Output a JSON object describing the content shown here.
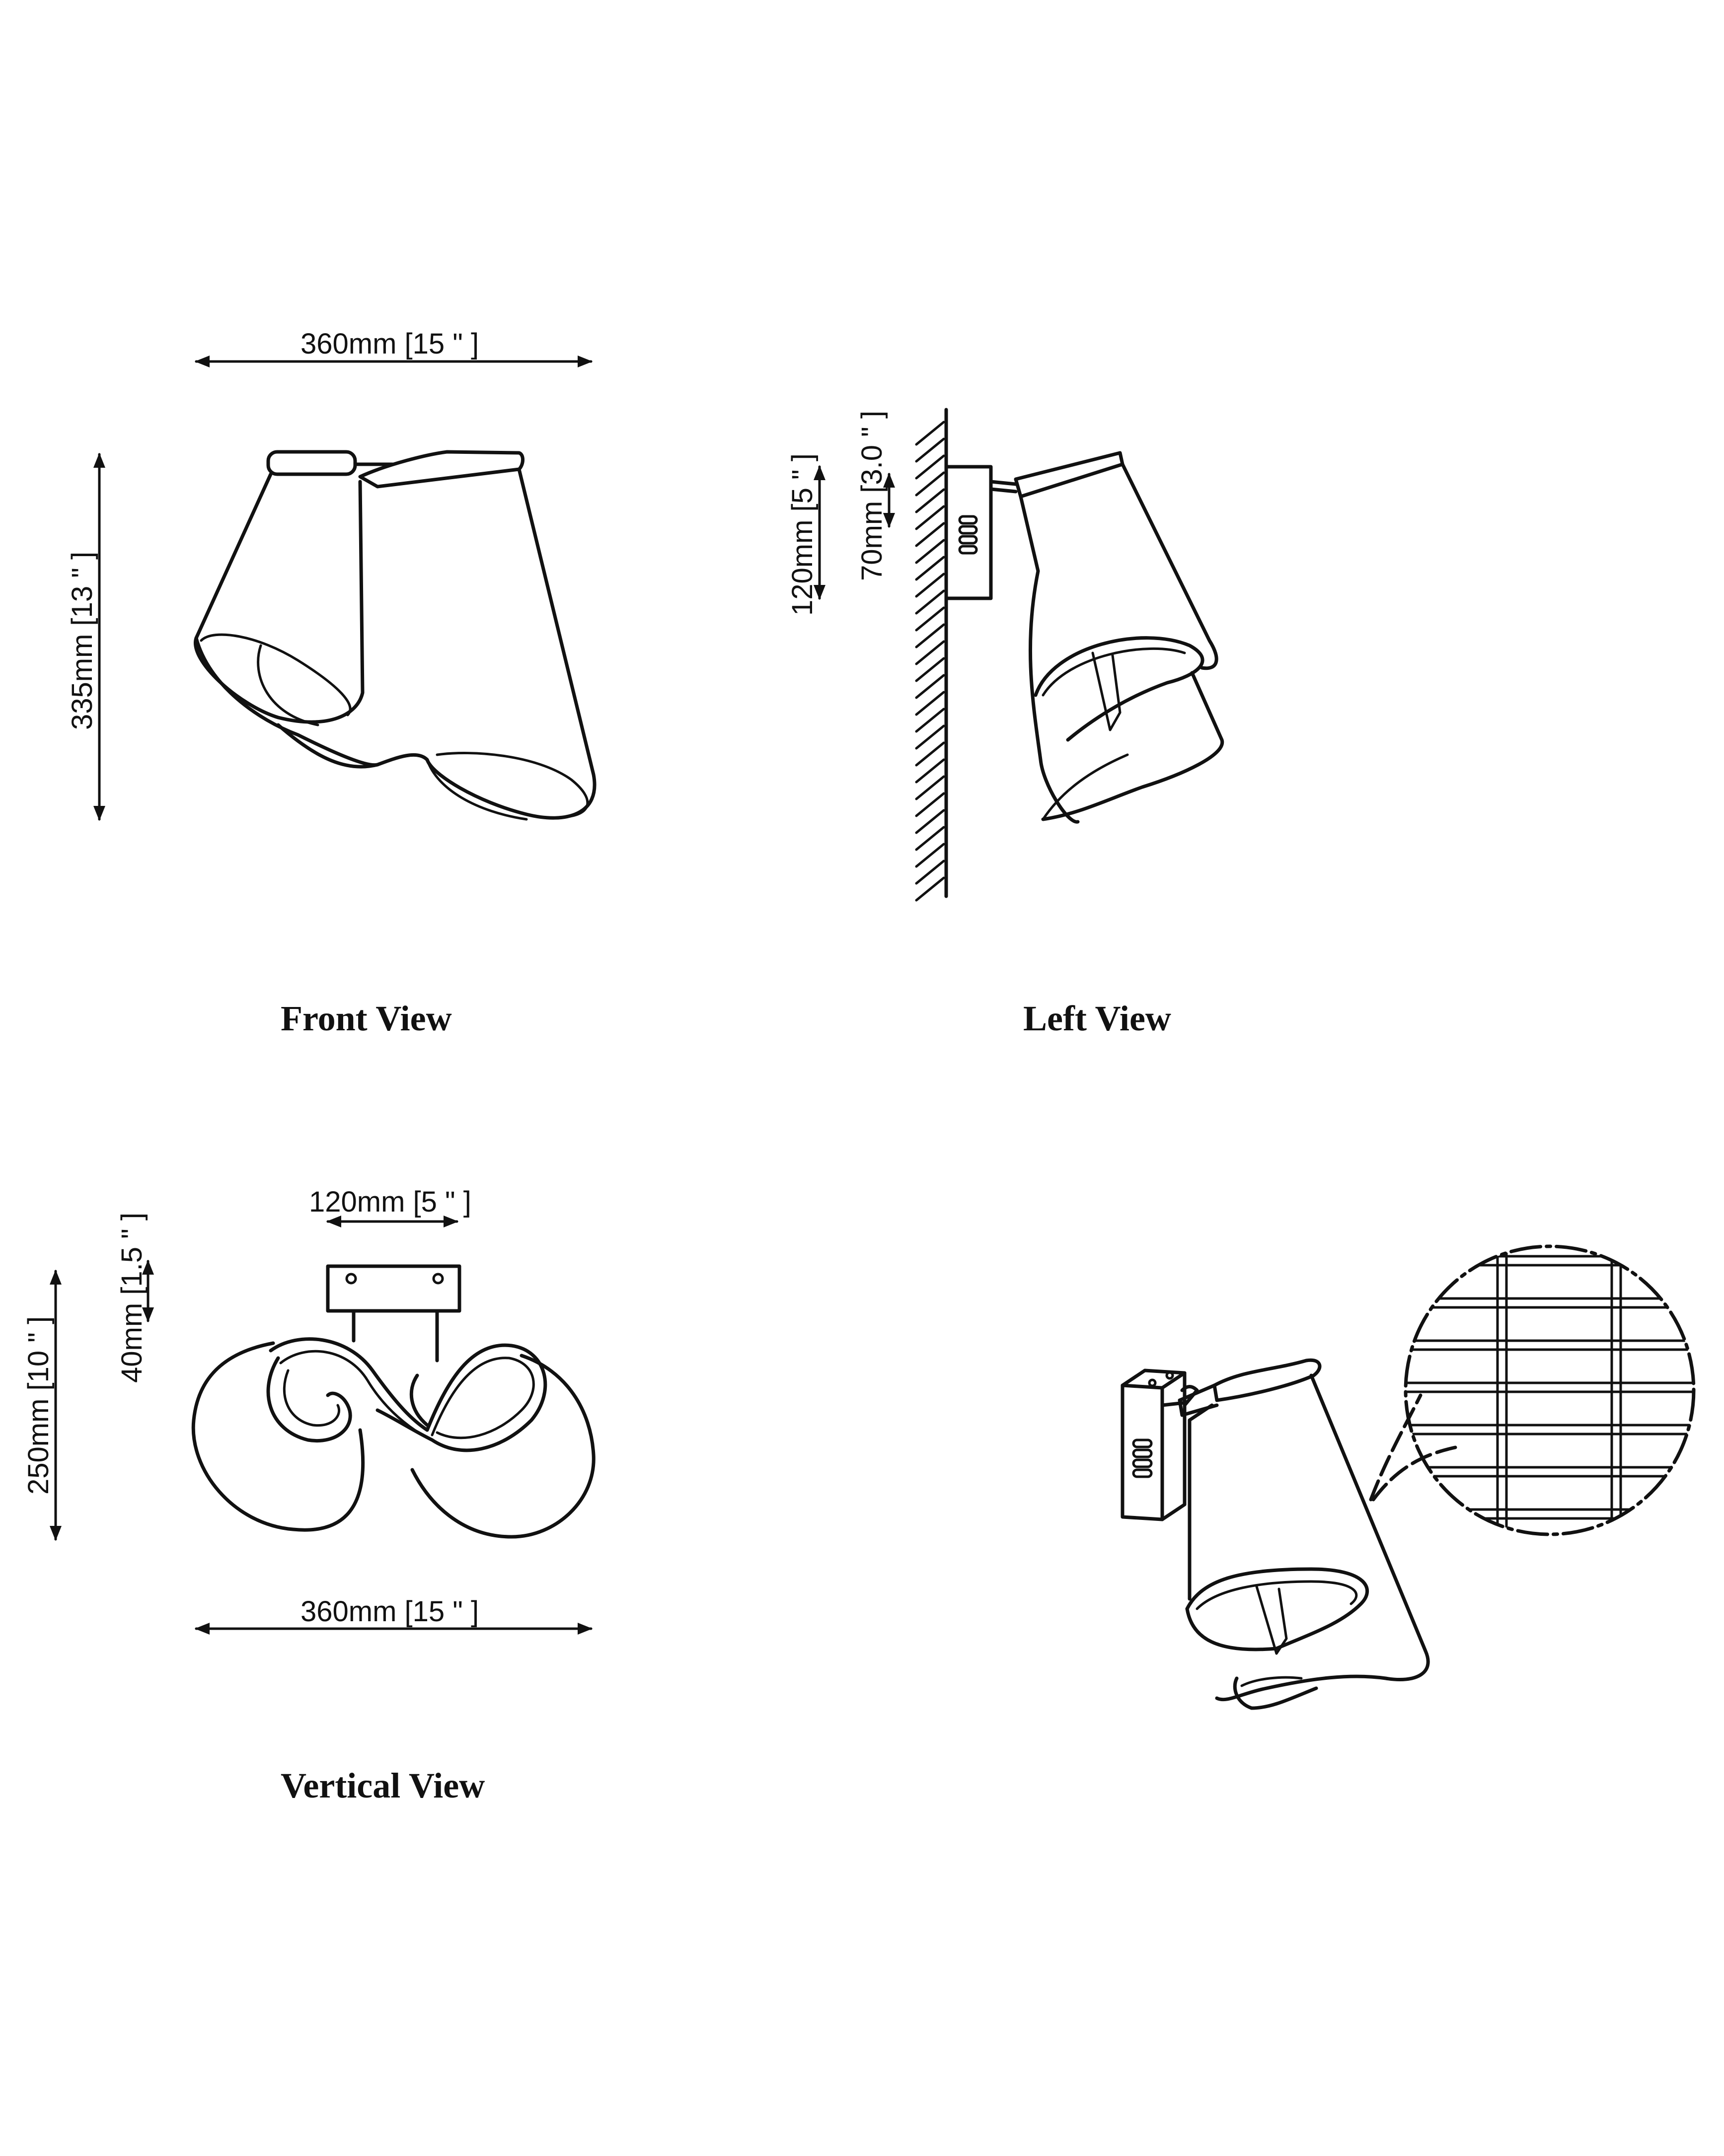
{
  "front_view": {
    "title": "Front View",
    "width_dim": "360mm [15 \" ]",
    "height_dim": "335mm [13 \" ]"
  },
  "left_view": {
    "title": "Left View",
    "backplate_dim": "120mm [5 \" ]",
    "arm_dim": "70mm [3.0 \" ]"
  },
  "vertical_view": {
    "title": "Vertical View",
    "mount_width_dim": "120mm [5 \" ]",
    "mount_depth_dim": "40mm [1.5 \" ]",
    "depth_dim": "250mm [10 \" ]",
    "width_dim": "360mm [15 \" ]"
  }
}
